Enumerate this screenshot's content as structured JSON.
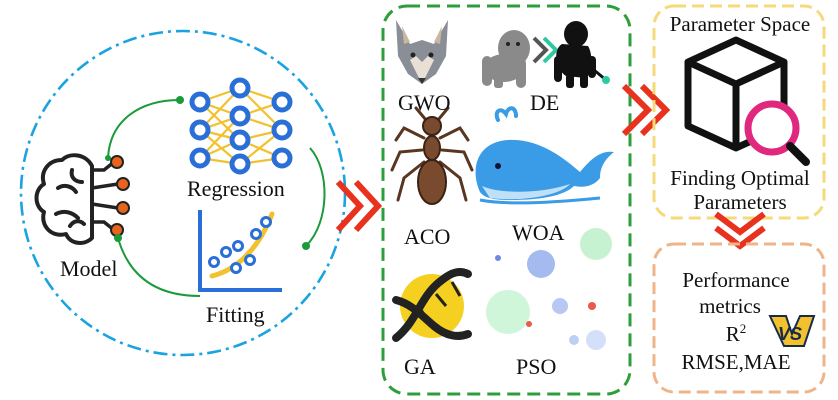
{
  "left_panel": {
    "model_label": "Model",
    "regression_label": "Regression",
    "fitting_label": "Fitting"
  },
  "algorithms": {
    "gwo": "GWO",
    "de": "DE",
    "aco": "ACO",
    "woa": "WOA",
    "ga": "GA",
    "pso": "PSO"
  },
  "parameter_panel": {
    "title": "Parameter Space",
    "caption_line1": "Finding Optimal",
    "caption_line2": "Parameters"
  },
  "metrics_panel": {
    "line1": "Performance",
    "line2": "metrics",
    "r_symbol": "R",
    "r_exponent": "2",
    "line4": "RMSE,MAE",
    "vs_badge": "VS"
  },
  "colors": {
    "blue_dashdot": "#1aa3e0",
    "green_dashed": "#2e9e3c",
    "yellow_dashed": "#f5d97a",
    "orange_dashed": "#f0b48a",
    "arrow_red": "#e8321e",
    "arrow_teal": "#2ec9a0",
    "neuron_blue": "#2a6fd8",
    "weights_yellow": "#f2c12e",
    "connector_green": "#1a9a3a",
    "brain_orange": "#e8641e",
    "magnifier_pink": "#e0287e",
    "whale_blue": "#3a9be6",
    "ant_brown": "#7a4a2e",
    "dna_yellow": "#f5d020"
  }
}
